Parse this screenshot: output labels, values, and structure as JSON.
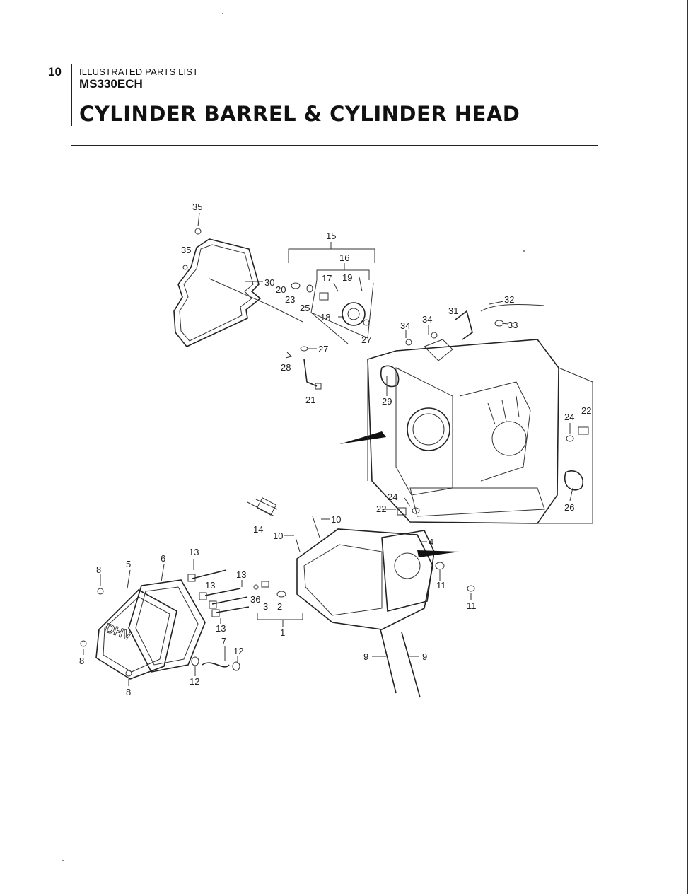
{
  "header": {
    "page_number": "10",
    "document_type": "ILLUSTRATED PARTS LIST",
    "model": "MS330ECH",
    "section_title": "CYLINDER BARREL & CYLINDER HEAD"
  },
  "callouts": {
    "c35a": "35",
    "c35b": "35",
    "c15": "15",
    "c16": "16",
    "c17": "17",
    "c19": "19",
    "c30": "30",
    "c20": "20",
    "c23": "23",
    "c25": "25",
    "c18": "18",
    "c27a": "27",
    "c27b": "27",
    "c28": "28",
    "c21": "21",
    "c32": "32",
    "c31": "31",
    "c34a": "34",
    "c34b": "34",
    "c33": "33",
    "c29": "29",
    "c24a": "24",
    "c22a": "22",
    "c26": "26",
    "c24b": "24",
    "c22b": "22",
    "c14": "14",
    "c10a": "10",
    "c10b": "10",
    "c4": "4",
    "c13a": "13",
    "c13b": "13",
    "c13c": "13",
    "c13d": "13",
    "c8a": "8",
    "c5": "5",
    "c6": "6",
    "c36": "36",
    "c3": "3",
    "c2": "2",
    "c1": "1",
    "c11a": "11",
    "c11b": "11",
    "c7": "7",
    "c12a": "12",
    "c12b": "12",
    "c8b": "8",
    "c8c": "8",
    "c9a": "9",
    "c9b": "9"
  }
}
